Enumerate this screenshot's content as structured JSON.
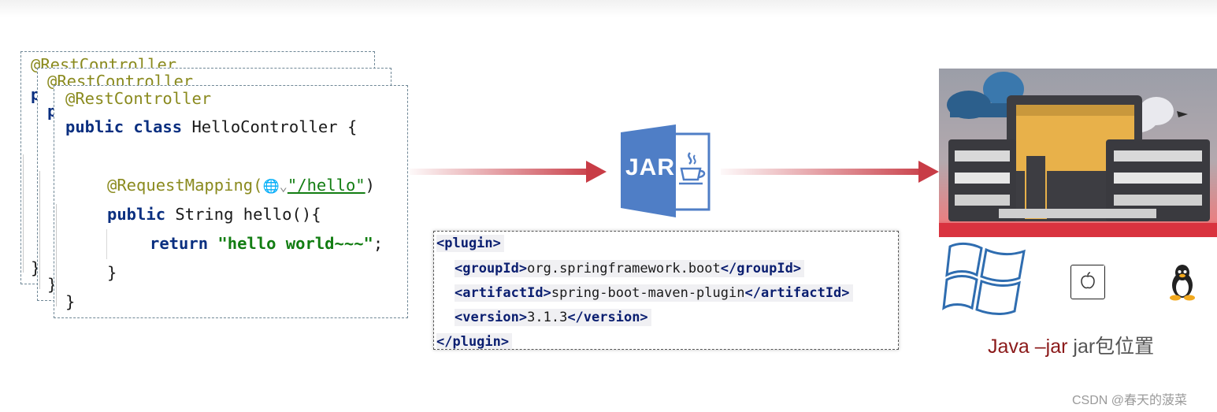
{
  "code": {
    "annotation": "@RestController",
    "public_kw": "public",
    "class_kw": "class",
    "class_name": "HelloController",
    "open_brace": "{",
    "close_brace": "}",
    "mapping_name": "@RequestMapping(",
    "globe": "🌐⌄",
    "mapping_path": "\"/hello\"",
    "mapping_end": ")",
    "method_decl": "String hello(){",
    "return_kw": "return",
    "return_str": "\"hello world~~~\"",
    "semicolon": ";",
    "back_fragment": "p"
  },
  "jar_label": "JAR",
  "xml": {
    "plugin_open": "<plugin>",
    "group_open": "<groupId>",
    "group_value": "org.springframework.boot",
    "group_close": "</groupId>",
    "artifact_open": "<artifactId>",
    "artifact_value": "spring-boot-maven-plugin",
    "artifact_close": "</artifactId>",
    "version_open": "<version>",
    "version_value": "3.1.3",
    "version_close": "</version>",
    "plugin_close": "</plugin>"
  },
  "caption": {
    "java": "Java –jar",
    "rest": " jar包位置"
  },
  "watermark": "CSDN @春天的菠菜",
  "colors": {
    "arrow": "#c83c46",
    "caption_dark": "#8b1a1a",
    "caption_gray": "#555555",
    "jar_blue": "#4f7ec6"
  },
  "icons": [
    "java-cup-icon",
    "windows-logo-icon",
    "apple-logo-icon",
    "linux-penguin-icon",
    "server-illustration"
  ]
}
